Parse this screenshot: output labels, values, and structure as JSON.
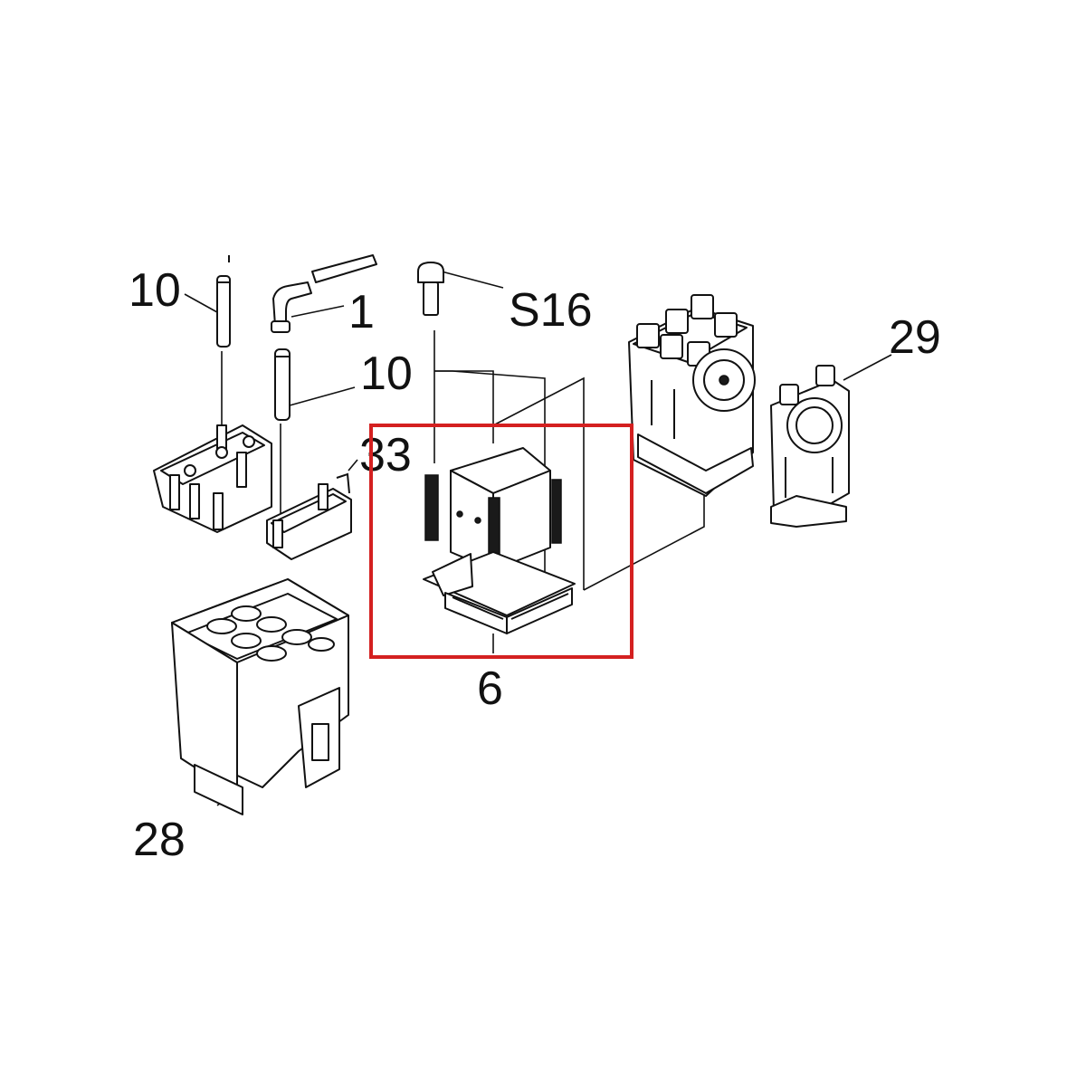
{
  "diagram": {
    "callouts": [
      {
        "id": "10-left",
        "text": "10"
      },
      {
        "id": "1",
        "text": "1"
      },
      {
        "id": "s16",
        "text": "S16"
      },
      {
        "id": "10-center",
        "text": "10"
      },
      {
        "id": "33",
        "text": "33"
      },
      {
        "id": "29",
        "text": "29"
      },
      {
        "id": "6",
        "text": "6"
      },
      {
        "id": "28",
        "text": "28"
      }
    ],
    "colors": {
      "highlight": "#d42020",
      "connector": "#2f5fd0",
      "ink": "#111111"
    },
    "highlighted_part": "6"
  }
}
